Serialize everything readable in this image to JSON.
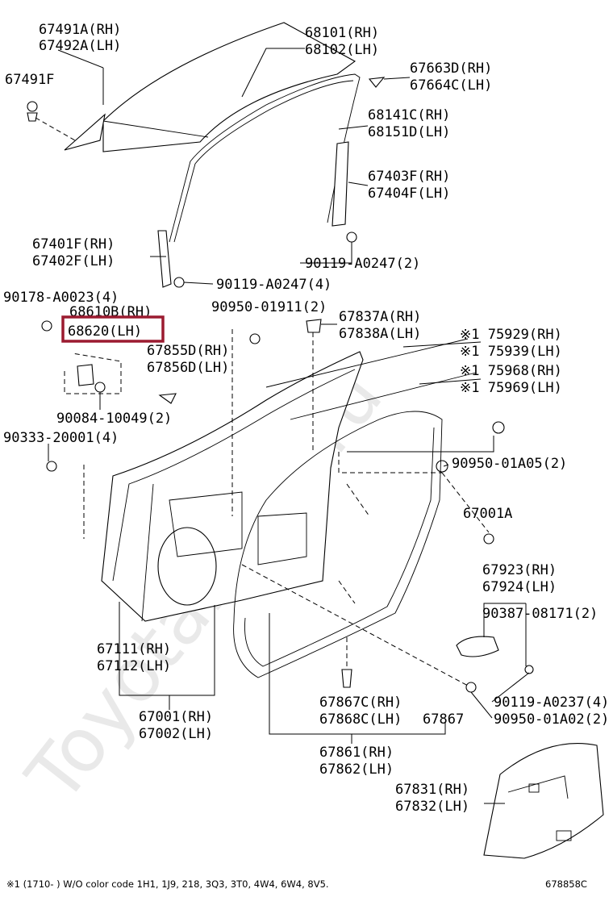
{
  "watermark": "ToyotaMine.ru",
  "highlight_color": "#9b1b30",
  "labels": {
    "p67491A": "67491A(RH)",
    "p67492A": "67492A(LH)",
    "p67491F": "67491F",
    "p68101": "68101(RH)",
    "p68102": "68102(LH)",
    "p67663D": "67663D(RH)",
    "p67664C": "67664C(LH)",
    "p68141C": "68141C(RH)",
    "p68151D": "68151D(LH)",
    "p67403F": "67403F(RH)",
    "p67404F": "67404F(LH)",
    "p67401F": "67401F(RH)",
    "p67402F": "67402F(LH)",
    "p90119a": "90119-A0247(2)",
    "p90119b": "90119-A0247(4)",
    "p90178": "90178-A0023(4)",
    "p68610B": "68610B(RH)",
    "p68620": "68620(LH)",
    "p90950a": "90950-01911(2)",
    "p67837A": "67837A(RH)",
    "p67838A": "67838A(LH)",
    "p75929": "※1 75929(RH)",
    "p75939": "※1 75939(LH)",
    "p75968": "※1 75968(RH)",
    "p75969": "※1 75969(LH)",
    "p67855D": "67855D(RH)",
    "p67856D": "67856D(LH)",
    "p90084": "90084-10049(2)",
    "p90333": "90333-20001(4)",
    "p90950b": "90950-01A05(2)",
    "p67001A": "67001A",
    "p67923": "67923(RH)",
    "p67924": "67924(LH)",
    "p90387": "90387-08171(2)",
    "p67111": "67111(RH)",
    "p67112": "67112(LH)",
    "p67001": "67001(RH)",
    "p67002": "67002(LH)",
    "p67867C": "67867C(RH)",
    "p67868C": "67868C(LH)",
    "p67867": "67867",
    "p90119c": "90119-A0237(4)",
    "p90950c": "90950-01A02(2)",
    "p67861": "67861(RH)",
    "p67862": "67862(LH)",
    "p67831": "67831(RH)",
    "p67832": "67832(LH)"
  },
  "footnote": "※1 (1710-      ) W/O color code 1H1, 1J9, 218, 3Q3, 3T0, 4W4, 6W4, 8V5.",
  "figure_code": "678858C"
}
